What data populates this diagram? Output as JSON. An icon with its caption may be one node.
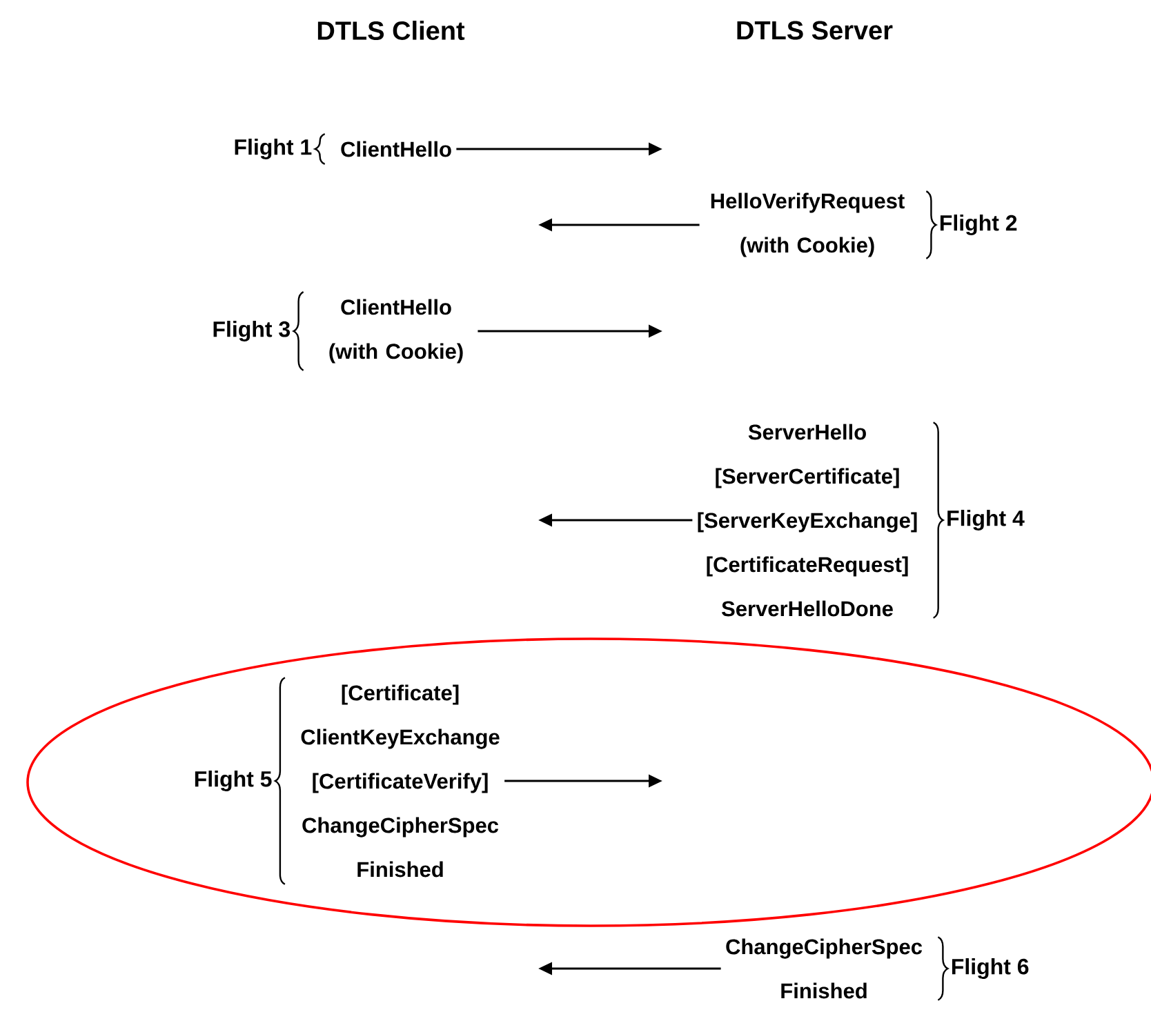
{
  "diagram": {
    "nodes": [
      {
        "text": [
          "ClientHello"
        ],
        "beside": [
          "Flight 1"
        ]
      },
      {
        "text": [
          "HelloVerifyRequest (with Cookie)"
        ],
        "beside": [
          "Flight 2"
        ]
      },
      {
        "text": [
          "ClientHello (with Cookie)"
        ],
        "beside": [
          "Flight 3"
        ]
      },
      {
        "text": [
          "ServerHello",
          "[ServerCertificate]",
          "[ServerKeyExchange]",
          "[CertificateRequest]",
          "ServerHelloDone"
        ],
        "beside": [
          "Flight 4"
        ]
      },
      {
        "text": [
          "[Certificate]",
          "ClientKeyExchange",
          "[CertificateVerify]",
          "ChangeCipherSpec",
          "Finished"
        ],
        "beside": [
          "Flight 5"
        ]
      },
      {
        "text": [
          "ChangeCipherSpec",
          "Finished"
        ],
        "beside": [
          "Flight 6"
        ]
      }
    ],
    "edges": [
      {
        "from": 0,
        "to": null,
        "arrow": "to"
      },
      {
        "from": 1,
        "to": null,
        "arrow": "to"
      },
      {
        "from": 2,
        "to": null,
        "arrow": "to"
      },
      {
        "from": 3,
        "to": null,
        "arrow": "to"
      },
      {
        "from": 4,
        "to": null,
        "arrow": "to"
      },
      {
        "from": 5,
        "to": null,
        "arrow": "to"
      }
    ],
    "labels": [
      "DTLS Client",
      "DTLS Server"
    ]
  }
}
